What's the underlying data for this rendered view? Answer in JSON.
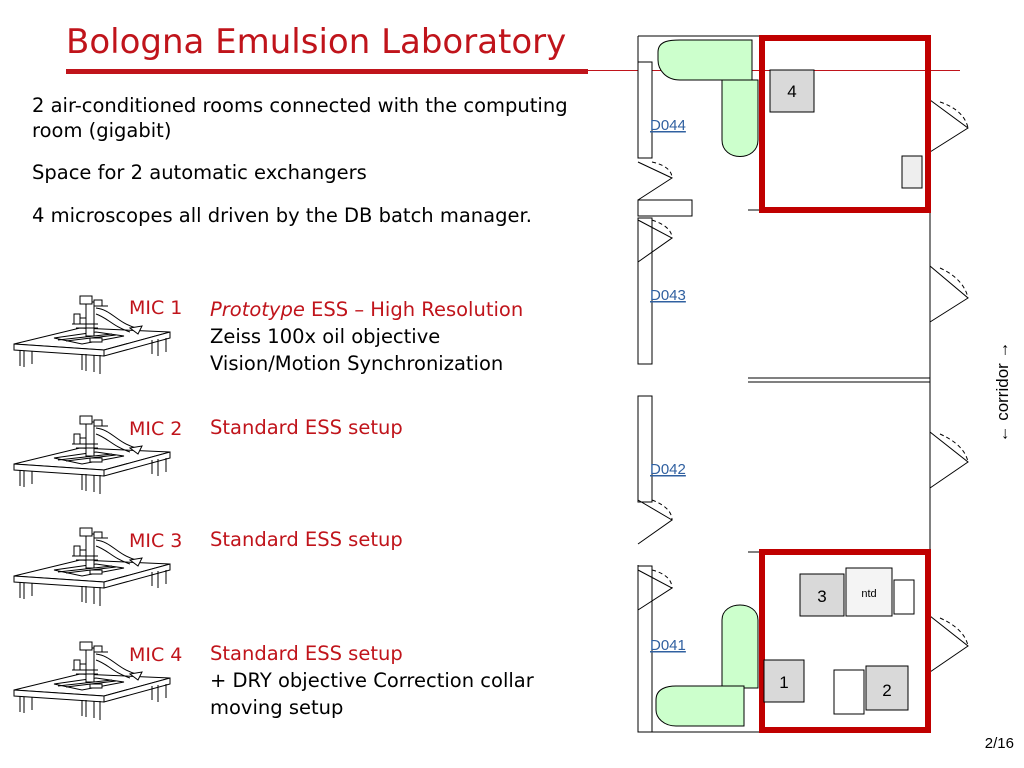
{
  "title": "Bologna Emulsion Laboratory",
  "bullets": [
    "2 air-conditioned rooms connected with the computing room (gigabit)",
    "Space for 2 automatic exchangers",
    "4 microscopes all driven by the DB batch manager."
  ],
  "microscopes": [
    {
      "label": "MIC 1",
      "desc_italic": "Prototype",
      "desc_line1": " ESS – High Resolution",
      "desc_line2": "Zeiss 100x oil objective",
      "desc_line3": "Vision/Motion Synchronization"
    },
    {
      "label": "MIC 2",
      "desc_line1": "Standard ESS setup"
    },
    {
      "label": "MIC 3",
      "desc_line1": "Standard ESS setup"
    },
    {
      "label": "MIC 4",
      "desc_line1": "Standard ESS setup",
      "desc_line2": "+ DRY objective Correction collar",
      "desc_line3": "moving setup"
    }
  ],
  "floor_plan": {
    "rooms": [
      "D044",
      "D043",
      "D042",
      "D041"
    ],
    "station_numbers": [
      "4",
      "3",
      "1",
      "2"
    ],
    "ntd_label": "ntd",
    "corridor_label": "← corridor →",
    "highlight_color": "#c00000",
    "bench_color": "#ccffcc"
  },
  "page_number": "2/16",
  "colors": {
    "title": "#c0141b",
    "link": "#3060a0"
  }
}
